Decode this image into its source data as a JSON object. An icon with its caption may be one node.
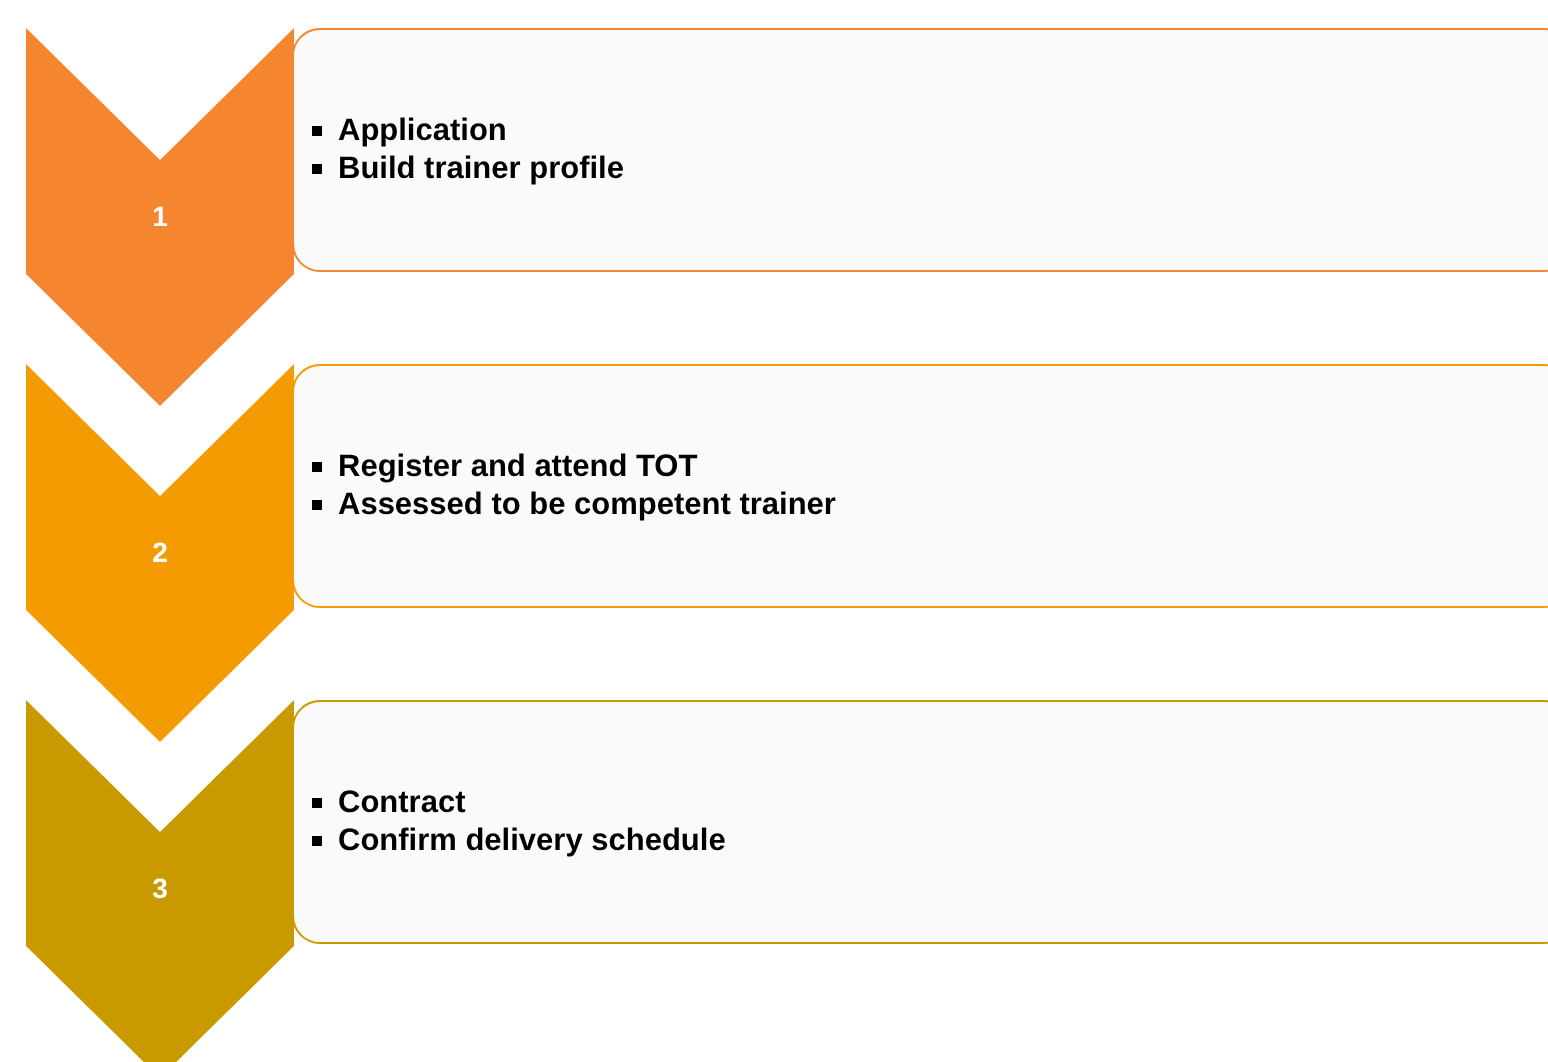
{
  "diagram": {
    "nodes": [
      {
        "text": [
          "1"
        ]
      },
      {
        "text": [
          "Application",
          "Build trainer profile"
        ]
      },
      {
        "text": [
          "2"
        ]
      },
      {
        "text": [
          "Register and attend TOT",
          "Assessed to be competent trainer"
        ]
      },
      {
        "text": [
          "3"
        ]
      },
      {
        "text": [
          "Contract",
          "Confirm delivery schedule"
        ]
      }
    ],
    "edges": []
  }
}
